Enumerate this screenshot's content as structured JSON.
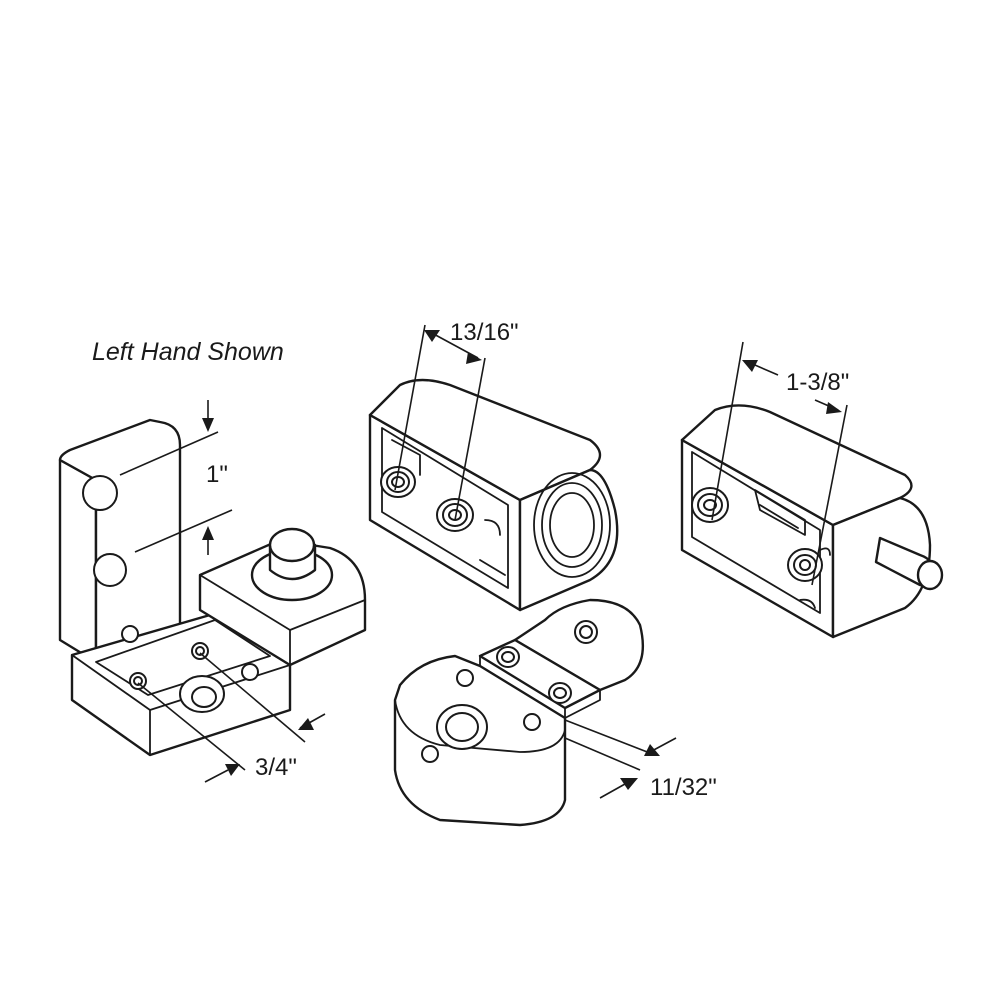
{
  "caption": "Left Hand Shown",
  "dimensions": {
    "d1": "1\"",
    "d2": "3/4\"",
    "d3": "13/16\"",
    "d4": "1-3/8\"",
    "d5": "11/32\""
  },
  "colors": {
    "line": "#1a1a1a",
    "background": "#ffffff"
  }
}
